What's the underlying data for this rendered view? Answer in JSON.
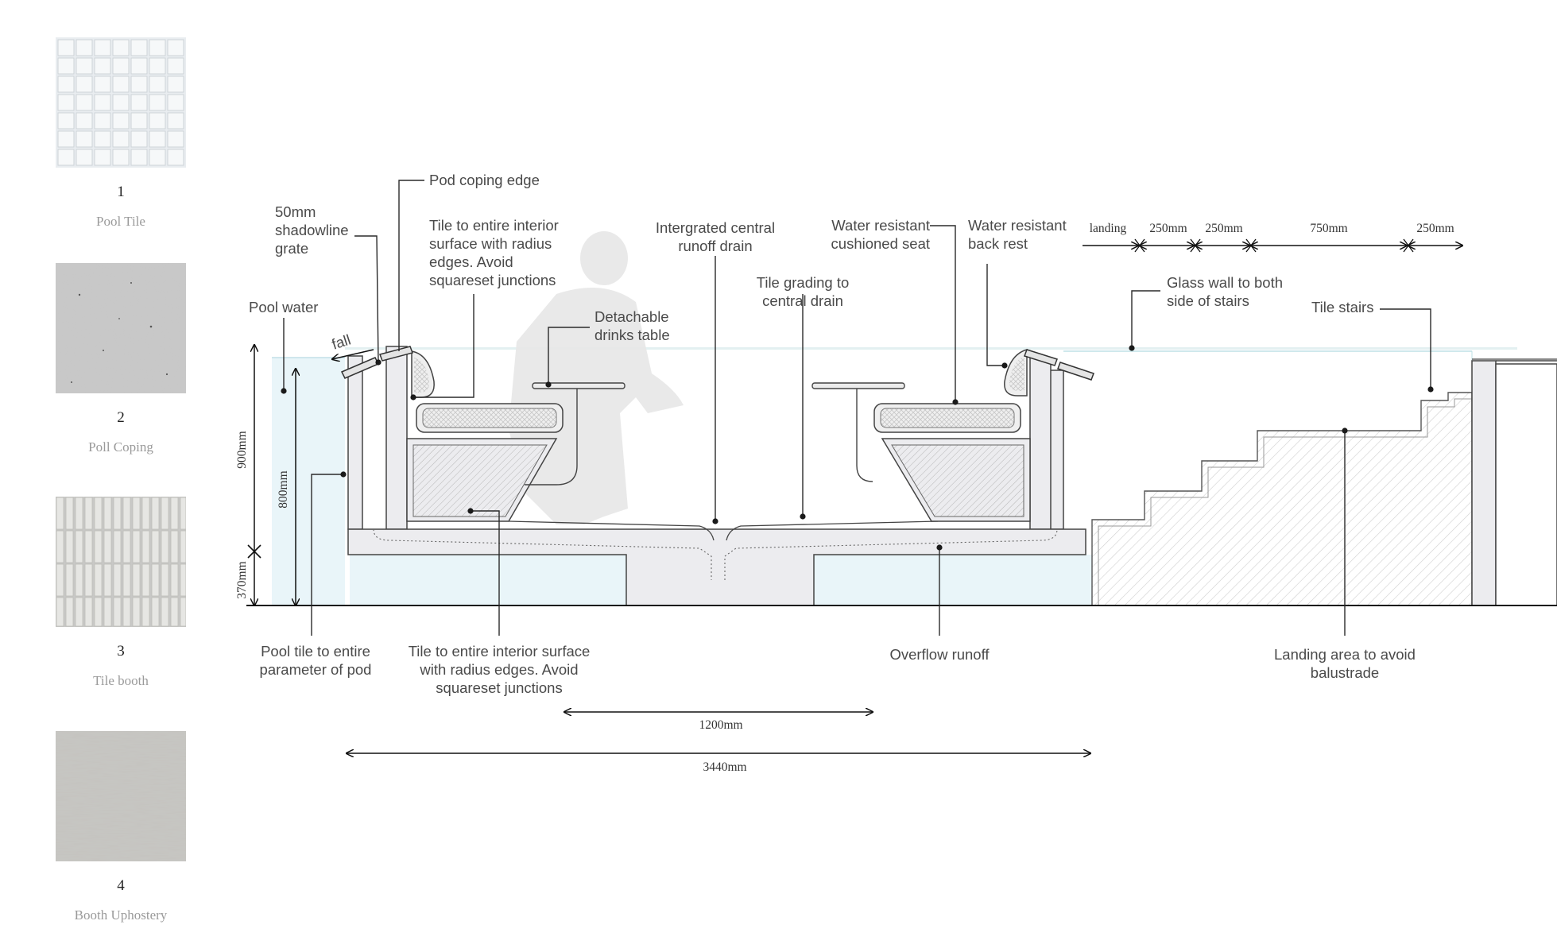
{
  "materials": [
    {
      "number": "1",
      "name": "Pool Tile",
      "icon": "pool-tile-swatch"
    },
    {
      "number": "2",
      "name": "Poll Coping",
      "icon": "coping-swatch"
    },
    {
      "number": "3",
      "name": "Tile booth",
      "icon": "booth-tile-swatch"
    },
    {
      "number": "4",
      "name": "Booth Uphostery",
      "icon": "upholstery-swatch"
    }
  ],
  "labels": {
    "pod_coping_edge": "Pod coping edge",
    "shadowline_grate": [
      "50mm",
      "shadowline",
      "grate"
    ],
    "tile_interior_top": [
      "Tile to entire interior",
      "surface with radius",
      "edges. Avoid",
      "squareset junctions"
    ],
    "central_drain": [
      "Intergrated central",
      "runoff drain"
    ],
    "cushioned_seat": [
      "Water resistant",
      "cushioned seat"
    ],
    "back_rest": [
      "Water resistant",
      "back rest"
    ],
    "pool_water": "Pool water",
    "fall": "fall",
    "drinks_table": [
      "Detachable",
      "drinks table"
    ],
    "tile_grading": [
      "Tile grading to",
      "central drain"
    ],
    "glass_wall": [
      "Glass wall to both",
      "side of stairs"
    ],
    "tile_stairs": "Tile stairs",
    "pool_tile_perimeter": [
      "Pool tile to entire",
      "parameter of pod"
    ],
    "tile_interior_bottom": [
      "Tile to entire interior surface",
      "with radius edges. Avoid",
      "squareset junctions"
    ],
    "overflow_runoff": "Overflow runoff",
    "landing_area": [
      "Landing area to avoid",
      "balustrade"
    ]
  },
  "dimensions": {
    "top": [
      "landing",
      "250mm",
      "250mm",
      "750mm",
      "250mm"
    ],
    "h900": "900mm",
    "h800": "800mm",
    "h370": "370mm",
    "w1200": "1200mm",
    "w3440": "3440mm"
  },
  "colors": {
    "water": "#e8f4f8",
    "concrete": "#ececef",
    "hatch": "#c8c8c8",
    "line": "#444444"
  }
}
